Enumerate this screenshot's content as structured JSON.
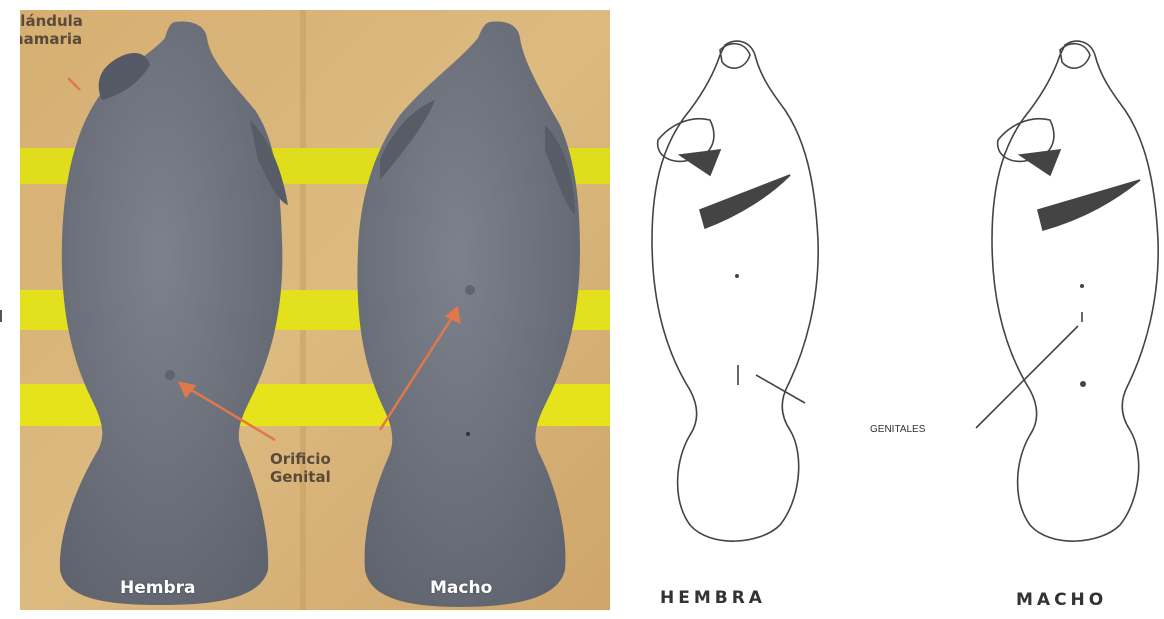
{
  "photo": {
    "label_mammary": [
      "Glándula",
      "mamaria"
    ],
    "label_orifice": [
      "Orificio",
      "Genital"
    ],
    "female_label": "Hembra",
    "male_label": "Macho"
  },
  "drawing": {
    "female_caption": "HEMBRA",
    "male_caption": "MACHO",
    "genitals_label": "GENITALES"
  },
  "colors": {
    "background_board": "#d9b57a",
    "manatee_gray": "#6f737e",
    "tape_yellow": "#e2df1c",
    "arrow_orange": "#e0784a"
  }
}
